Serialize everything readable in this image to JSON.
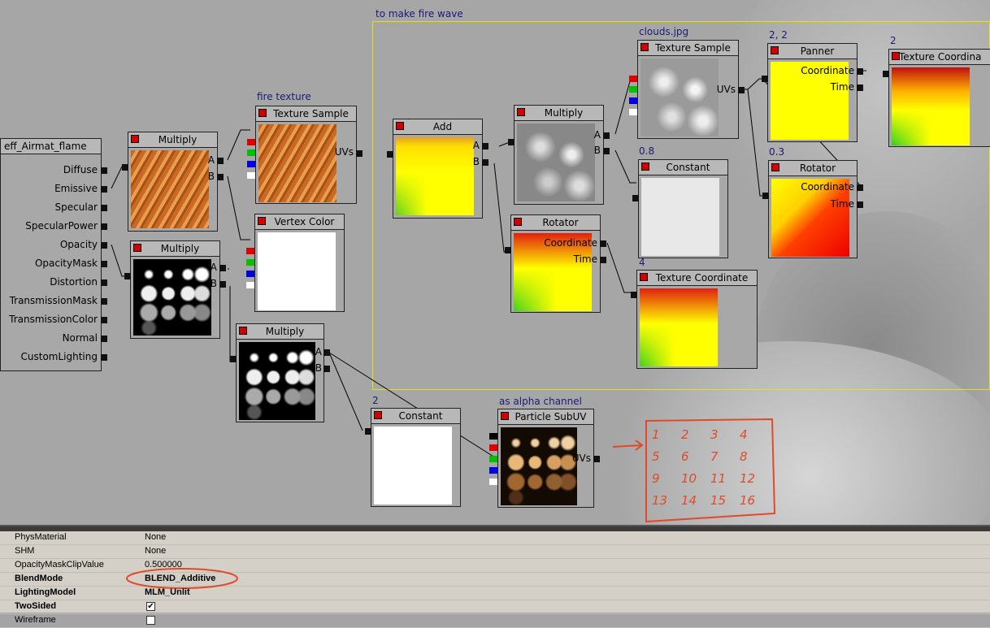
{
  "colors": {
    "canvas_bg": "#a6a6a6",
    "comment_border": "#e6e600",
    "comment_text": "#1a1a7a",
    "node_header": "#b8b8b8",
    "annotation_red": "#e04a2a"
  },
  "comment_box": {
    "label": "to make fire wave"
  },
  "material_node": {
    "title": "eff_Airmat_flame",
    "inputs": [
      "Diffuse",
      "Emissive",
      "Specular",
      "SpecularPower",
      "Opacity",
      "OpacityMask",
      "Distortion",
      "TransmissionMask",
      "TransmissionColor",
      "Normal",
      "CustomLighting"
    ]
  },
  "nodes": {
    "mul1": {
      "title": "Multiply",
      "ports": [
        "A",
        "B"
      ]
    },
    "mul2": {
      "title": "Multiply",
      "ports": [
        "A",
        "B"
      ]
    },
    "mul3": {
      "title": "Multiply",
      "ports": [
        "A",
        "B"
      ]
    },
    "mul4": {
      "title": "Multiply",
      "ports": [
        "A",
        "B"
      ]
    },
    "tex_fire": {
      "title": "Texture Sample",
      "caption": "fire texture",
      "out": "UVs"
    },
    "vertex_color": {
      "title": "Vertex Color"
    },
    "add": {
      "title": "Add",
      "ports": [
        "A",
        "B"
      ]
    },
    "rotator1": {
      "title": "Rotator",
      "ports": [
        "Coordinate",
        "Time"
      ]
    },
    "tex_clouds": {
      "title": "Texture Sample",
      "caption": "clouds.jpg",
      "out": "UVs"
    },
    "const1": {
      "title": "Constant",
      "caption": "0.8"
    },
    "texcoord4": {
      "title": "Texture Coordinate",
      "caption": "4"
    },
    "panner": {
      "title": "Panner",
      "caption": "2, 2",
      "ports": [
        "Coordinate",
        "Time"
      ]
    },
    "rotator2": {
      "title": "Rotator",
      "caption": "0.3",
      "ports": [
        "Coordinate",
        "Time"
      ]
    },
    "texcoord2": {
      "title": "Texture Coordina",
      "caption": "2"
    },
    "const2": {
      "title": "Constant",
      "caption": "2"
    },
    "subuv": {
      "title": "Particle SubUV",
      "caption": "as alpha channel",
      "out": "UVs"
    }
  },
  "annotation_grid": [
    "1",
    "2",
    "3",
    "4",
    "5",
    "6",
    "7",
    "8",
    "9",
    "10",
    "11",
    "12",
    "13",
    "14",
    "15",
    "16"
  ],
  "properties": [
    {
      "name": "PhysMaterial",
      "value": "None",
      "bold": false
    },
    {
      "name": "SHM",
      "value": "None",
      "bold": false
    },
    {
      "name": "OpacityMaskClipValue",
      "value": "0.500000",
      "bold": false
    },
    {
      "name": "BlendMode",
      "value": "BLEND_Additive",
      "bold": true
    },
    {
      "name": "LightingModel",
      "value": "MLM_Unlit",
      "bold": true
    },
    {
      "name": "TwoSided",
      "value": "✔",
      "bold": true
    },
    {
      "name": "Wireframe",
      "value": "",
      "bold": false
    }
  ]
}
